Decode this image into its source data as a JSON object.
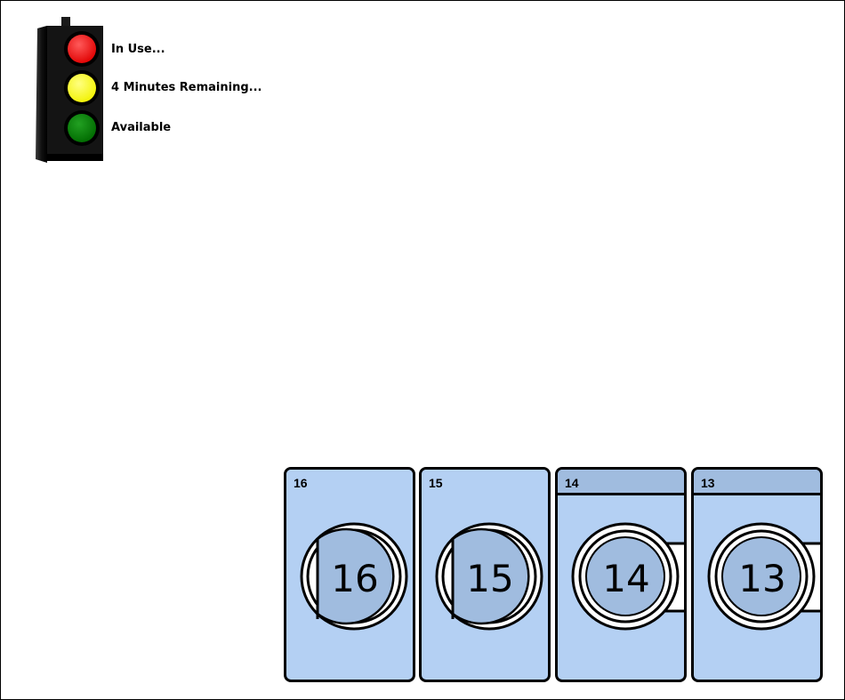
{
  "legend": {
    "items": [
      {
        "label": "In Use...",
        "color": "#ff0000"
      },
      {
        "label": "4 Minutes Remaining...",
        "color": "#ffff00"
      },
      {
        "label": "Available",
        "color": "#008000"
      }
    ]
  },
  "colors": {
    "machine_body": "#b4d0f3",
    "machine_panel": "#a0bcdf",
    "outline": "#000000",
    "page_background": "#ffffff"
  },
  "machines": [
    {
      "id": "16",
      "door_label": "16",
      "style": "front-loader"
    },
    {
      "id": "15",
      "door_label": "15",
      "style": "front-loader"
    },
    {
      "id": "14",
      "door_label": "14",
      "style": "top-loader"
    },
    {
      "id": "13",
      "door_label": "13",
      "style": "top-loader"
    }
  ]
}
